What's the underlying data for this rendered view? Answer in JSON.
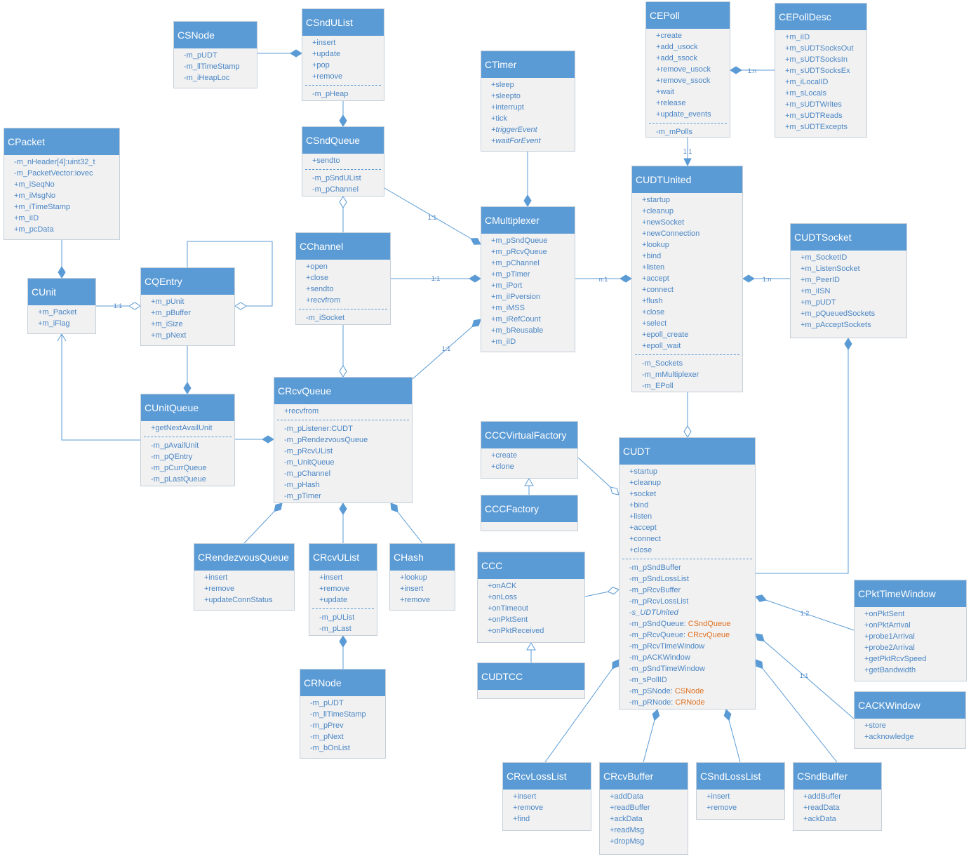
{
  "classes": [
    {
      "id": "CSNode",
      "name": "CSNode",
      "groups": [
        [
          "-m_pUDT",
          "-m_llTimeStamp",
          "-m_iHeapLoc"
        ]
      ]
    },
    {
      "id": "CSndUList",
      "name": "CSndUList",
      "groups": [
        [
          "+insert",
          "+update",
          "+pop",
          "+remove"
        ],
        [
          "-m_pHeap"
        ]
      ]
    },
    {
      "id": "CTimer",
      "name": "CTimer",
      "groups": [
        [
          "+sleep",
          "+sleepto",
          "+interrupt",
          "+tick",
          {
            "text": "+triggerEvent",
            "italic": true
          },
          {
            "text": "+waitForEvent",
            "italic": true
          }
        ]
      ]
    },
    {
      "id": "CEPoll",
      "name": "CEPoll",
      "groups": [
        [
          "+create",
          "+add_usock",
          "+add_ssock",
          "+remove_usock",
          "+remove_ssock",
          "+wait",
          "+release",
          "+update_events"
        ],
        [
          "-m_mPolls"
        ]
      ]
    },
    {
      "id": "CEPollDesc",
      "name": "CEPollDesc",
      "groups": [
        [
          "+m_iID",
          "+m_sUDTSocksOut",
          "+m_sUDTSocksIn",
          "+m_sUDTSocksEx",
          "+m_iLocalID",
          "+m_sLocals",
          "+m_sUDTWrites",
          "+m_sUDTReads",
          "+m_sUDTExcepts"
        ]
      ]
    },
    {
      "id": "CPacket",
      "name": "CPacket",
      "groups": [
        [
          "-m_nHeader[4]:uint32_t",
          "-m_PacketVector:iovec",
          "+m_iSeqNo",
          "+m_iMsgNo",
          "+m_iTimeStamp",
          "+m_iID",
          "+m_pcData"
        ]
      ]
    },
    {
      "id": "CSndQueue",
      "name": "CSndQueue",
      "groups": [
        [
          "+sendto"
        ],
        [
          "-m_pSndUList",
          "-m_pChannel"
        ]
      ]
    },
    {
      "id": "CMultiplexer",
      "name": "CMultiplexer",
      "groups": [
        [
          "+m_pSndQueue",
          "+m_pRcvQueue",
          "+m_pChannel",
          "+m_pTimer",
          "+m_iPort",
          "+m_iIPversion",
          "+m_iMSS",
          "+m_iRefCount",
          "+m_bReusable",
          "+m_iID"
        ]
      ]
    },
    {
      "id": "CUDTUnited",
      "name": "CUDTUnited",
      "groups": [
        [
          "+startup",
          "+cleanup",
          "+newSocket",
          "+newConnection",
          "+lookup",
          "+bind",
          "+listen",
          "+accept",
          "+connect",
          "+flush",
          "+close",
          "+select",
          "+epoll_create",
          "+epoll_wait"
        ],
        [
          "-m_Sockets",
          "-m_mMultiplexer",
          "-m_EPoll"
        ]
      ]
    },
    {
      "id": "CUDTSocket",
      "name": "CUDTSocket",
      "groups": [
        [
          "+m_SocketID",
          "+m_ListenSocket",
          "+m_PeerID",
          "+m_iISN",
          "+m_pUDT",
          "+m_pQueuedSockets",
          "+m_pAcceptSockets"
        ]
      ]
    },
    {
      "id": "CChannel",
      "name": "CChannel",
      "groups": [
        [
          "+open",
          "+close",
          "+sendto",
          "+recvfrom"
        ],
        [
          "-m_iSocket"
        ]
      ]
    },
    {
      "id": "CUnit",
      "name": "CUnit",
      "groups": [
        [
          "+m_Packet",
          "+m_iFlag"
        ]
      ]
    },
    {
      "id": "CQEntry",
      "name": "CQEntry",
      "groups": [
        [
          "+m_pUnit",
          "+m_pBuffer",
          "+m_iSize",
          "+m_pNext"
        ]
      ]
    },
    {
      "id": "CUnitQueue",
      "name": "CUnitQueue",
      "groups": [
        [
          "+getNextAvailUnit"
        ],
        [
          "-m_pAvailUnit",
          "-m_pQEntry",
          "-m_pCurrQueue",
          "-m_pLastQueue"
        ]
      ]
    },
    {
      "id": "CRcvQueue",
      "name": "CRcvQueue",
      "groups": [
        [
          "+recvfrom"
        ],
        [
          "-m_pListener:CUDT",
          "-m_pRendezvousQueue",
          "-m_pRcvUList",
          "-m_UnitQueue",
          "-m_pChannel",
          "-m_pHash",
          "-m_pTimer"
        ]
      ]
    },
    {
      "id": "CCCVirtualFactory",
      "name": "CCCVirtualFactory",
      "groups": [
        [
          "+create",
          "+clone"
        ]
      ]
    },
    {
      "id": "CCCFactory",
      "name": "CCCFactory",
      "groups": [
        []
      ]
    },
    {
      "id": "CUDT",
      "name": "CUDT",
      "groups": [
        [
          "+startup",
          "+cleanup",
          "+socket",
          "+bind",
          "+listen",
          "+accept",
          "+connect",
          "+close"
        ],
        [
          "-m_pSndBuffer",
          "-m_pSndLossList",
          "-m_pRcvBuffer",
          "-m_pRcvLossList",
          {
            "text": "-s_UDTUnited",
            "italic": true
          },
          {
            "text": "-m_pSndQueue: ",
            "type": "CSndQueue"
          },
          {
            "text": "-m_pRcvQueue: ",
            "type": "CRcvQueue"
          },
          "-m_pRcvTimeWindow",
          "-m_pACKWindow",
          "-m_pSndTimeWindow",
          "-m_sPollID",
          {
            "text": "-m_pSNode: ",
            "type": "CSNode"
          },
          {
            "text": "-m_pRNode: ",
            "type": "CRNode"
          }
        ]
      ]
    },
    {
      "id": "CRendezvousQueue",
      "name": "CRendezvousQueue",
      "groups": [
        [
          "+insert",
          "+remove",
          "+updateConnStatus"
        ]
      ]
    },
    {
      "id": "CRcvUList",
      "name": "CRcvUList",
      "groups": [
        [
          "+insert",
          "+remove",
          "+update"
        ],
        [
          "-m_pUList",
          "-m_pLast"
        ]
      ]
    },
    {
      "id": "CHash",
      "name": "CHash",
      "groups": [
        [
          "+lookup",
          "+insert",
          "+remove"
        ]
      ]
    },
    {
      "id": "CCC",
      "name": "CCC",
      "groups": [
        [
          "+onACK",
          "+onLoss",
          "+onTimeout",
          "+onPktSent",
          "+onPktReceived"
        ]
      ]
    },
    {
      "id": "CUDTCC",
      "name": "CUDTCC",
      "groups": [
        []
      ]
    },
    {
      "id": "CPktTimeWindow",
      "name": "CPktTimeWindow",
      "groups": [
        [
          "+onPktSent",
          "+onPktArrival",
          "+probe1Arrival",
          "+probe2Arrival",
          "+getPktRcvSpeed",
          "+getBandwidth"
        ]
      ]
    },
    {
      "id": "CACKWindow",
      "name": "CACKWindow",
      "groups": [
        [
          "+store",
          "+acknowledge"
        ]
      ]
    },
    {
      "id": "CRNode",
      "name": "CRNode",
      "groups": [
        [
          "-m_pUDT",
          "-m_llTimeStamp",
          "-m_pPrev",
          "-m_pNext",
          "-m_bOnList"
        ]
      ]
    },
    {
      "id": "CRcvLossList",
      "name": "CRcvLossList",
      "groups": [
        [
          "+insert",
          "+remove",
          "+find"
        ]
      ]
    },
    {
      "id": "CRcvBuffer",
      "name": "CRcvBuffer",
      "groups": [
        [
          "+addData",
          "+readBuffer",
          "+ackData",
          "+readMsg",
          "+dropMsg"
        ]
      ]
    },
    {
      "id": "CSndLossList",
      "name": "CSndLossList",
      "groups": [
        [
          "+insert",
          "+remove"
        ]
      ]
    },
    {
      "id": "CSndBuffer",
      "name": "CSndBuffer",
      "groups": [
        [
          "+addBuffer",
          "+readData",
          "+ackData"
        ]
      ]
    }
  ],
  "multiplicities": [
    "1:1",
    "1:1",
    "1:1",
    "1:n",
    "n:1",
    "1:n",
    "1:1",
    "1:2",
    "1:1"
  ],
  "colors": {
    "header": "#5b9bd5",
    "body": "#f1f1f1",
    "member": "#4a86c5",
    "type": "#e07020",
    "line": "#5b9bd5"
  }
}
